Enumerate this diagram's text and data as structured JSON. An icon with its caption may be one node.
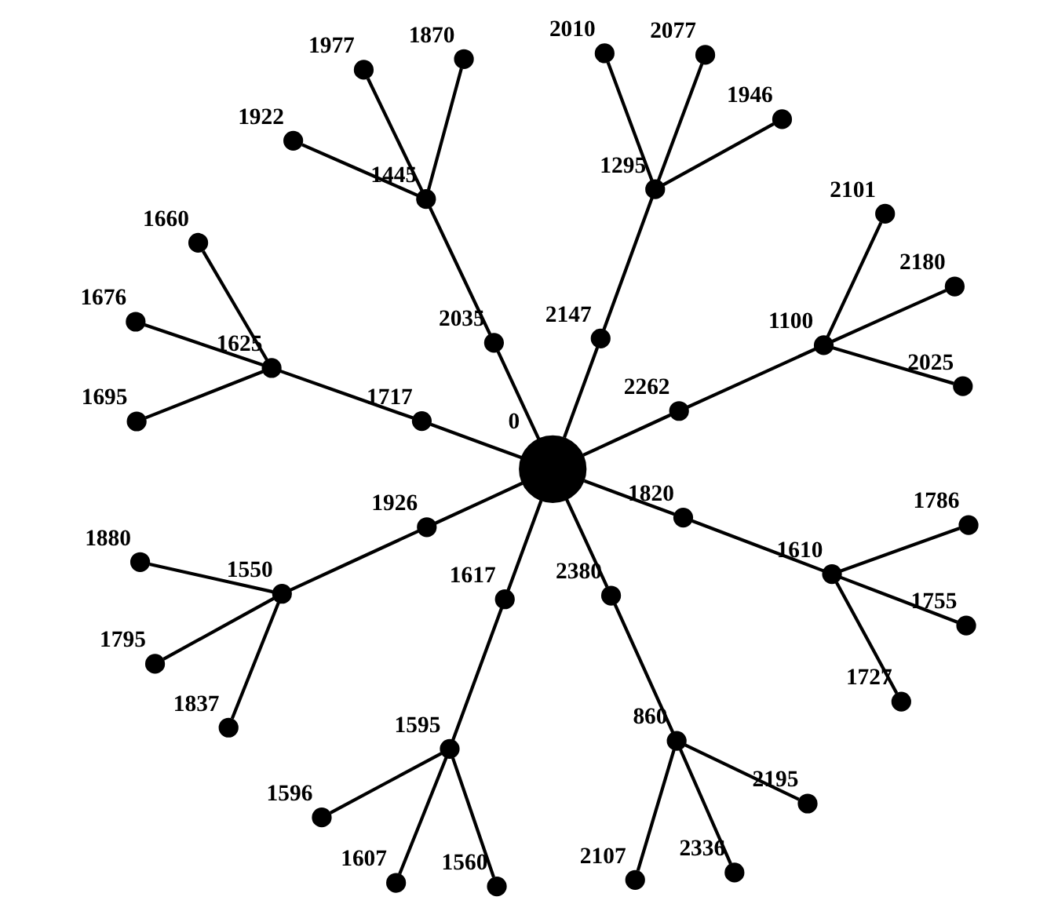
{
  "diagram": {
    "nodes": [
      {
        "text": [],
        "shape": "circle",
        "beside": [
          "0"
        ]
      },
      {
        "text": [],
        "shape": "circle",
        "beside": [
          "1617"
        ]
      },
      {
        "text": [],
        "shape": "circle",
        "beside": [
          "1595"
        ]
      },
      {
        "text": [],
        "shape": "circle",
        "beside": [
          "1596"
        ]
      },
      {
        "text": [],
        "shape": "circle",
        "beside": [
          "1560"
        ]
      },
      {
        "text": [],
        "shape": "circle",
        "beside": [
          "1607"
        ]
      },
      {
        "text": [],
        "shape": "circle",
        "beside": [
          "2380"
        ]
      },
      {
        "text": [],
        "shape": "circle",
        "beside": [
          "860"
        ]
      },
      {
        "text": [],
        "shape": "circle",
        "beside": [
          "2107"
        ]
      },
      {
        "text": [],
        "shape": "circle",
        "beside": [
          "2195"
        ]
      },
      {
        "text": [],
        "shape": "circle",
        "beside": [
          "2336"
        ]
      },
      {
        "text": [],
        "shape": "circle",
        "beside": [
          "2262"
        ]
      },
      {
        "text": [],
        "shape": "circle",
        "beside": [
          "1100"
        ]
      },
      {
        "text": [],
        "shape": "circle",
        "beside": [
          "2180"
        ]
      },
      {
        "text": [],
        "shape": "circle",
        "beside": [
          "2101"
        ]
      },
      {
        "text": [],
        "shape": "circle",
        "beside": [
          "2025"
        ]
      },
      {
        "text": [],
        "shape": "circle",
        "beside": [
          "1717"
        ]
      },
      {
        "text": [],
        "shape": "circle",
        "beside": [
          "1625"
        ]
      },
      {
        "text": [],
        "shape": "circle",
        "beside": [
          "1660"
        ]
      },
      {
        "text": [],
        "shape": "circle",
        "beside": [
          "1676"
        ]
      },
      {
        "text": [],
        "shape": "circle",
        "beside": [
          "1695"
        ]
      },
      {
        "text": [],
        "shape": "circle",
        "beside": [
          "2147"
        ]
      },
      {
        "text": [],
        "shape": "circle",
        "beside": [
          "1295"
        ]
      },
      {
        "text": [],
        "shape": "circle",
        "beside": [
          "2077"
        ]
      },
      {
        "text": [],
        "shape": "circle",
        "beside": [
          "2010"
        ]
      },
      {
        "text": [],
        "shape": "circle",
        "beside": [
          "1946"
        ]
      },
      {
        "text": [],
        "shape": "circle",
        "beside": [
          "1820"
        ]
      },
      {
        "text": [],
        "shape": "circle",
        "beside": [
          "1610"
        ]
      },
      {
        "text": [],
        "shape": "circle",
        "beside": [
          "1727"
        ]
      },
      {
        "text": [],
        "shape": "circle",
        "beside": [
          "1755"
        ]
      },
      {
        "text": [],
        "shape": "circle",
        "beside": [
          "1786"
        ]
      },
      {
        "text": [],
        "shape": "circle",
        "beside": [
          "1926"
        ]
      },
      {
        "text": [],
        "shape": "circle",
        "beside": [
          "1550"
        ]
      },
      {
        "text": [],
        "shape": "circle",
        "beside": [
          "1880"
        ]
      },
      {
        "text": [],
        "shape": "circle",
        "beside": [
          "1837"
        ]
      },
      {
        "text": [],
        "shape": "circle",
        "beside": [
          "1795"
        ]
      },
      {
        "text": [],
        "shape": "circle",
        "beside": [
          "2035"
        ]
      },
      {
        "text": [],
        "shape": "circle",
        "beside": [
          "1445"
        ]
      },
      {
        "text": [],
        "shape": "circle",
        "beside": [
          "1977"
        ]
      },
      {
        "text": [],
        "shape": "circle",
        "beside": [
          "1922"
        ]
      },
      {
        "text": [],
        "shape": "circle",
        "beside": [
          "1870"
        ]
      }
    ],
    "edges": [
      {
        "from": 0,
        "to": 1,
        "arrow": "none"
      },
      {
        "from": 1,
        "to": 2,
        "arrow": "none"
      },
      {
        "from": 2,
        "to": 3,
        "arrow": "none"
      },
      {
        "from": 2,
        "to": 4,
        "arrow": "none"
      },
      {
        "from": 2,
        "to": 5,
        "arrow": "none"
      },
      {
        "from": 0,
        "to": 6,
        "arrow": "none"
      },
      {
        "from": 6,
        "to": 7,
        "arrow": "none"
      },
      {
        "from": 7,
        "to": 8,
        "arrow": "none"
      },
      {
        "from": 7,
        "to": 9,
        "arrow": "none"
      },
      {
        "from": 7,
        "to": 10,
        "arrow": "none"
      },
      {
        "from": 0,
        "to": 11,
        "arrow": "none"
      },
      {
        "from": 11,
        "to": 12,
        "arrow": "none"
      },
      {
        "from": 12,
        "to": 13,
        "arrow": "none"
      },
      {
        "from": 12,
        "to": 14,
        "arrow": "none"
      },
      {
        "from": 12,
        "to": 15,
        "arrow": "none"
      },
      {
        "from": 0,
        "to": 16,
        "arrow": "none"
      },
      {
        "from": 16,
        "to": 17,
        "arrow": "none"
      },
      {
        "from": 17,
        "to": 18,
        "arrow": "none"
      },
      {
        "from": 17,
        "to": 19,
        "arrow": "none"
      },
      {
        "from": 17,
        "to": 20,
        "arrow": "none"
      },
      {
        "from": 0,
        "to": 21,
        "arrow": "none"
      },
      {
        "from": 21,
        "to": 22,
        "arrow": "none"
      },
      {
        "from": 22,
        "to": 23,
        "arrow": "none"
      },
      {
        "from": 22,
        "to": 24,
        "arrow": "none"
      },
      {
        "from": 22,
        "to": 25,
        "arrow": "none"
      },
      {
        "from": 0,
        "to": 26,
        "arrow": "none"
      },
      {
        "from": 26,
        "to": 27,
        "arrow": "none"
      },
      {
        "from": 27,
        "to": 28,
        "arrow": "none"
      },
      {
        "from": 27,
        "to": 29,
        "arrow": "none"
      },
      {
        "from": 27,
        "to": 30,
        "arrow": "none"
      },
      {
        "from": 0,
        "to": 31,
        "arrow": "none"
      },
      {
        "from": 31,
        "to": 32,
        "arrow": "none"
      },
      {
        "from": 32,
        "to": 33,
        "arrow": "none"
      },
      {
        "from": 32,
        "to": 34,
        "arrow": "none"
      },
      {
        "from": 32,
        "to": 35,
        "arrow": "none"
      },
      {
        "from": 0,
        "to": 36,
        "arrow": "none"
      },
      {
        "from": 36,
        "to": 37,
        "arrow": "none"
      },
      {
        "from": 37,
        "to": 38,
        "arrow": "none"
      },
      {
        "from": 37,
        "to": 39,
        "arrow": "none"
      },
      {
        "from": 37,
        "to": 40,
        "arrow": "none"
      }
    ]
  }
}
